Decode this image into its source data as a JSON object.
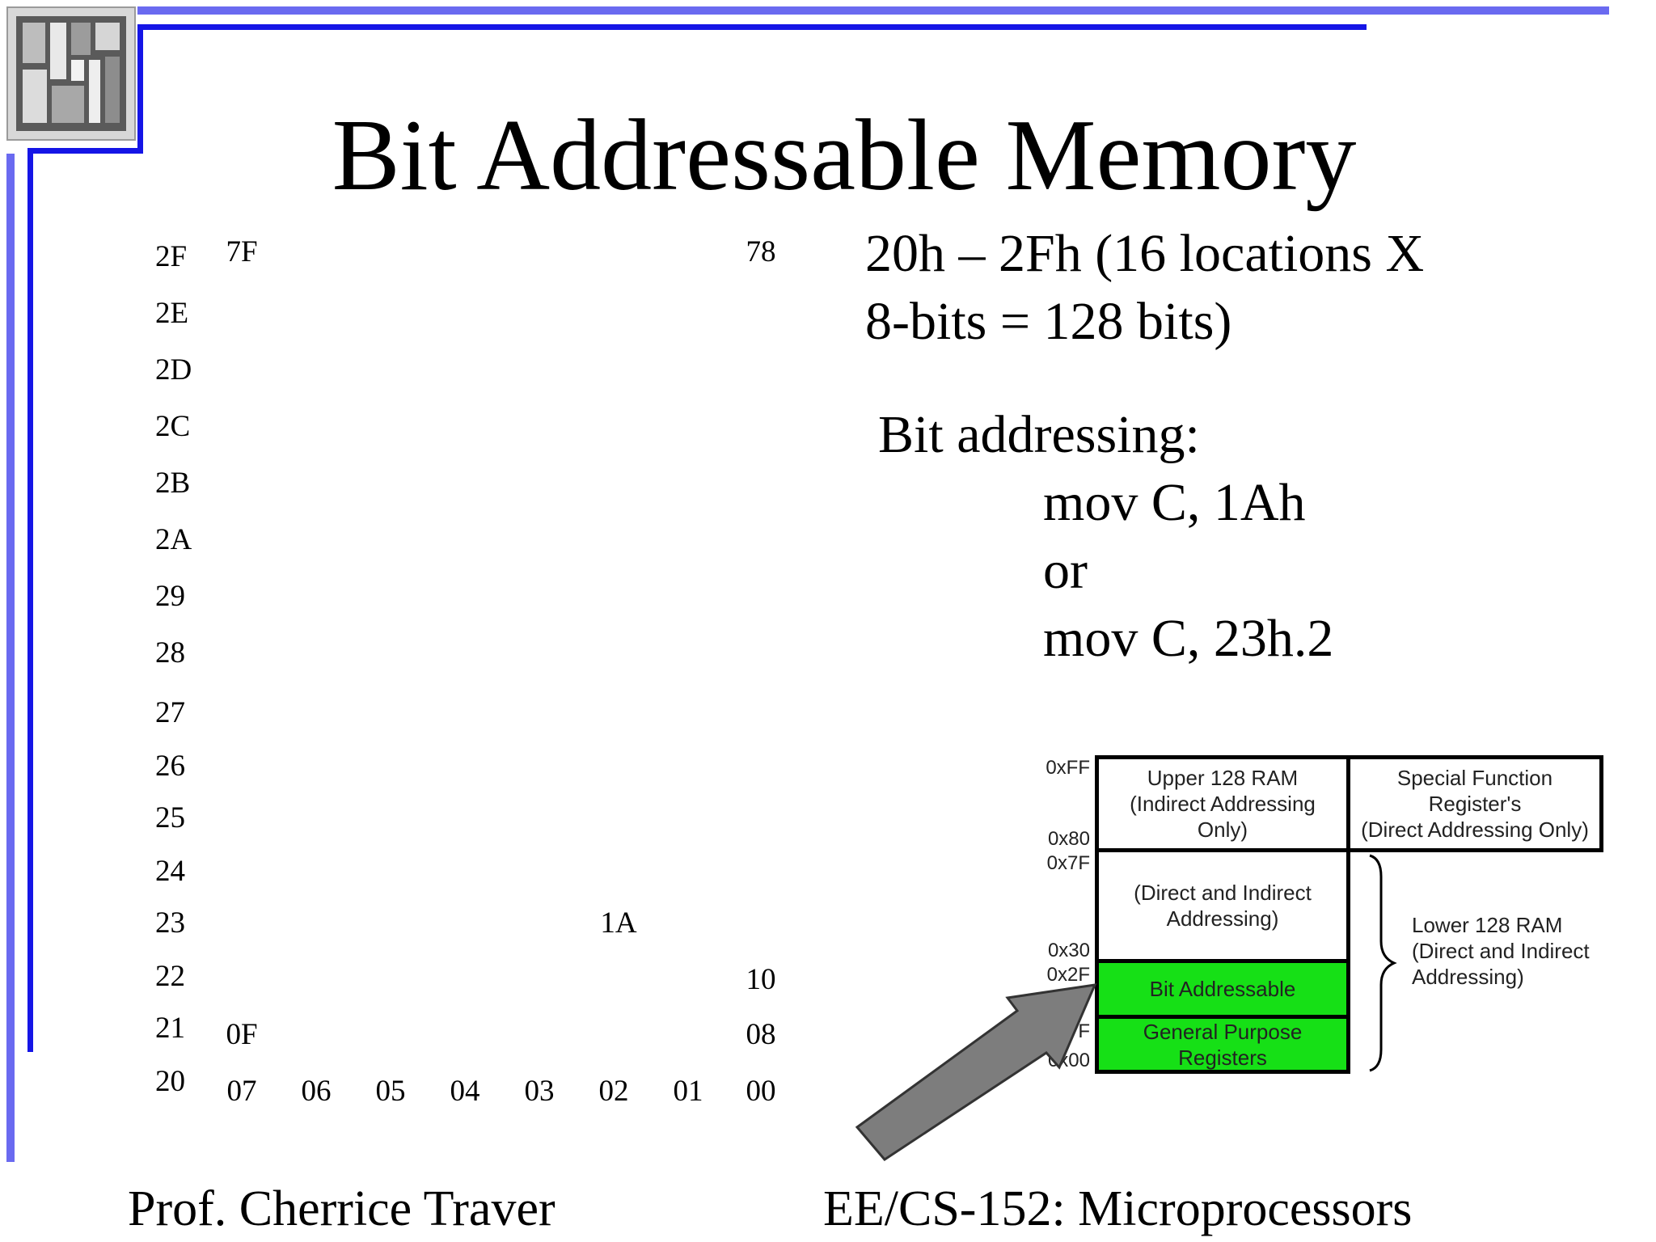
{
  "title": "Bit Addressable Memory",
  "bit_table": {
    "rows": [
      "2F",
      "2E",
      "2D",
      "2C",
      "2B",
      "2A",
      "29",
      "28",
      "27",
      "26",
      "25",
      "24",
      "23",
      "22",
      "21",
      "20"
    ],
    "cells": {
      "r2F_left": "7F",
      "r2F_right": "78",
      "r23_bit": "1A",
      "r22_right": "10",
      "r21_left": "0F",
      "r21_right": "08"
    },
    "bottom_row": [
      "07",
      "06",
      "05",
      "04",
      "03",
      "02",
      "01",
      "00"
    ]
  },
  "right_text": {
    "range_line1": "20h – 2Fh (16 locations X",
    "range_line2": "8-bits = 128 bits)",
    "heading": "Bit addressing:",
    "example1": "mov C, 1Ah",
    "or": "or",
    "example2": "mov C, 23h.2"
  },
  "memory_map": {
    "addresses": [
      "0xFF",
      "0x80",
      "0x7F",
      "0x30",
      "0x2F",
      "F",
      "0x00"
    ],
    "upper_ram": "Upper 128 RAM\n(Indirect Addressing\nOnly)",
    "sfr": "Special Function\nRegister's\n(Direct Addressing Only)",
    "direct_indirect": "(Direct and Indirect\nAddressing)",
    "bit_addressable": "Bit Addressable",
    "gp_registers": "General Purpose\nRegisters",
    "lower_ram": "Lower 128 RAM\n(Direct and Indirect\nAddressing)"
  },
  "footer": {
    "left": "Prof. Cherrice Traver",
    "right": "EE/CS-152: Microprocessors"
  },
  "colors": {
    "light_bar": "#6a6af0",
    "dark_bar": "#1515e6",
    "green": "#16e016",
    "arrow": "#7d7d7d"
  }
}
